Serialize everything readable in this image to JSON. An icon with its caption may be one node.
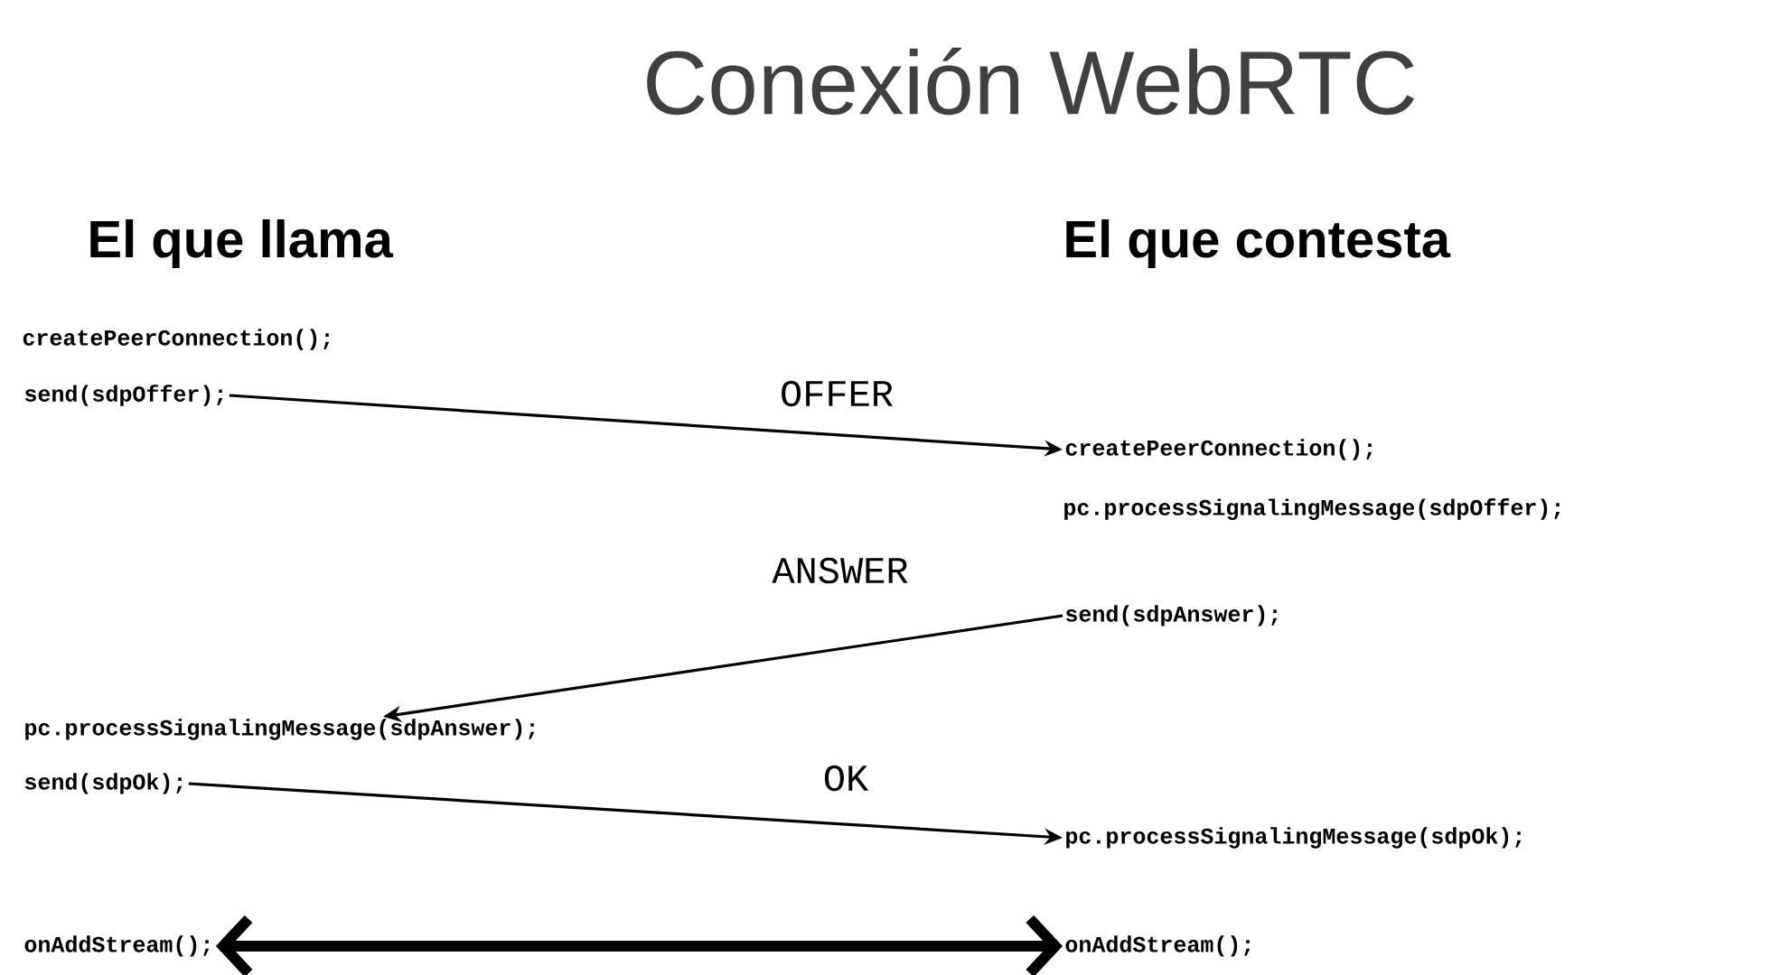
{
  "diagram": {
    "title": "Conexión WebRTC",
    "nodes": [
      {
        "text": [
          "send(sdpOffer);"
        ]
      },
      {
        "text": [
          "createPeerConnection();"
        ]
      },
      {
        "text": [
          "send(sdpAnswer);"
        ]
      },
      {
        "text": [
          "pc.processSignalingMessage(sdpAnswer);"
        ]
      },
      {
        "text": [
          "send(sdpOk);"
        ]
      },
      {
        "text": [
          "pc.processSignalingMessage(sdpOk);"
        ]
      },
      {
        "text": [
          "onAddStream();"
        ]
      },
      {
        "text": [
          "onAddStream();"
        ]
      }
    ],
    "edges": [
      {
        "from": 0,
        "to": 1,
        "arrow": "to",
        "label": "OFFER"
      },
      {
        "from": 2,
        "to": 3,
        "arrow": "to",
        "label": "ANSWER"
      },
      {
        "from": 4,
        "to": 5,
        "arrow": "to",
        "label": "OK"
      },
      {
        "from": 6,
        "to": 7,
        "arrow": "both",
        "style": "thick"
      }
    ],
    "labels": [
      "El que llama",
      "El que contesta",
      "createPeerConnection();",
      "pc.processSignalingMessage(sdpOffer);"
    ]
  }
}
